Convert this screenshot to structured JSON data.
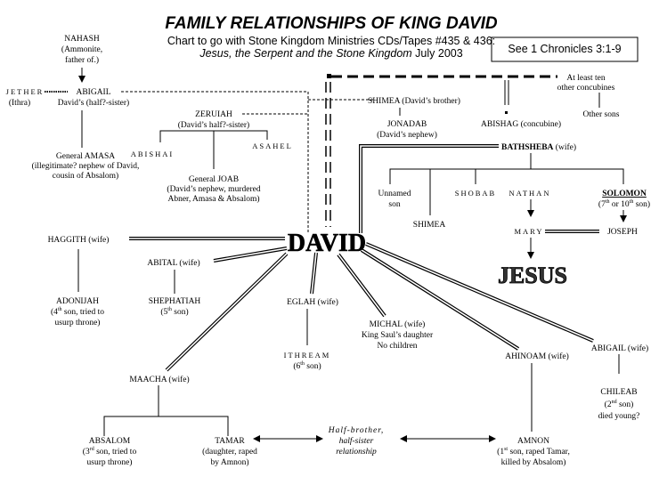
{
  "header": {
    "title": "FAMILY RELATIONSHIPS OF KING DAVID",
    "subtitle_line1": "Chart to go with Stone Kingdom Ministries CDs/Tapes #435 & 436:",
    "subtitle_italic": "Jesus, the Serpent and the Stone Kingdom",
    "subtitle_date": " July 2003",
    "reference": "See 1 Chronicles 3:1-9"
  },
  "people": {
    "nahash": [
      "NAHASH",
      "(Ammonite,",
      "father of.)"
    ],
    "jether": [
      "JETHER",
      "(Ithra)"
    ],
    "abigail_sister": [
      "ABIGAIL",
      "David’s (half?-sister)"
    ],
    "amasa": [
      "General AMASA",
      "(illegitimate? nephew of David,",
      "cousin of Absalom)"
    ],
    "zeruiah": [
      "ZERUIAH",
      "(David’s half?-sister)"
    ],
    "abishai": "ABISHAI",
    "asahel": "ASAHEL",
    "joab": [
      "General JOAB",
      "(David’s nephew, murdered",
      "Abner, Amasa & Absalom)"
    ],
    "shimea_brother": "SHIMEA (David’s brother)",
    "jonadab": [
      "JONADAB",
      "(David’s nephew)"
    ],
    "abishag": "ABISHAG (concubine)",
    "concubines": [
      "At least ten",
      "other concubines"
    ],
    "other_sons": "Other sons",
    "bathsheba": {
      "name": "BATHSHEBA",
      "role": " (wife)"
    },
    "unnamed_son": [
      "Unnamed",
      "son"
    ],
    "shimea_son": "SHIMEA",
    "shobab": "SHOBAB",
    "nathan": "NATHAN",
    "solomon": {
      "name": "SOLOMON",
      "a": "(7",
      "sup1": "th",
      "b": " or 10",
      "sup2": "th",
      "c": " son)"
    },
    "mary": "MARY",
    "joseph": "JOSEPH",
    "jesus": "JESUS",
    "david": "DAVID",
    "haggith": "HAGGITH (wife)",
    "abital": "ABITAL (wife)",
    "adonijah": {
      "name": "ADONIJAH",
      "a": "(4",
      "sup": "th",
      "b": " son, tried to",
      "line3": "usurp throne)"
    },
    "shephatiah": {
      "name": "SHEPHATIAH",
      "a": "(5",
      "sup": "th",
      "b": " son)"
    },
    "eglah": "EGLAH (wife)",
    "ithream": {
      "name": "ITHREAM",
      "a": "(6",
      "sup": "th",
      "b": " son)"
    },
    "michal": [
      "MICHAL (wife)",
      "King Saul’s daughter",
      "No children"
    ],
    "ahinoam": "AHINOAM (wife)",
    "abigail_wife": "ABIGAIL (wife)",
    "chileab": {
      "name": "CHILEAB",
      "a": "(2",
      "sup": "nd",
      "b": " son)",
      "line3": "died young?"
    },
    "maacha": "MAACHA (wife)",
    "absalom": {
      "name": "ABSALOM",
      "a": "(3",
      "sup": "rd",
      "b": " son, tried to",
      "line3": "usurp throne)"
    },
    "tamar": [
      "TAMAR",
      "(daughter, raped",
      "by Amnon)"
    ],
    "half_relationship": [
      "Half-brother,",
      "half-sister",
      "relationship"
    ],
    "amnon": {
      "name": "AMNON",
      "a": "(1",
      "sup": "st",
      "b": " son, raped Tamar,",
      "line3": "killed by Absalom)"
    }
  }
}
